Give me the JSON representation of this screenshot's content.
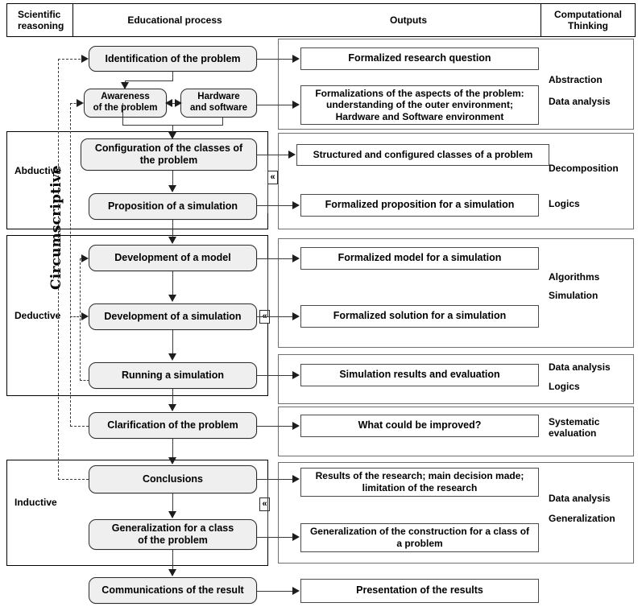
{
  "header": {
    "columns": [
      {
        "id": "scientific-reasoning",
        "label": "Scientific\nreasoning"
      },
      {
        "id": "educational-process",
        "label": "Educational process"
      },
      {
        "id": "outputs",
        "label": "Outputs"
      },
      {
        "id": "computational-thinking",
        "label": "Computational\nThinking"
      }
    ]
  },
  "reasoning": {
    "bracket_label": "Circumscriptive",
    "groups": [
      {
        "id": "abductive",
        "label": "Abductive"
      },
      {
        "id": "deductive",
        "label": "Deductive"
      },
      {
        "id": "inductive",
        "label": "Inductive"
      }
    ]
  },
  "process": {
    "steps": [
      {
        "id": "identification-of-the-problem",
        "label": "Identification of the problem"
      },
      {
        "id": "awareness-of-the-problem",
        "label": "Awareness\nof the problem"
      },
      {
        "id": "hardware-and-software",
        "label": "Hardware\nand software"
      },
      {
        "id": "configuration-of-the-classes",
        "label": "Configuration of the classes of the problem"
      },
      {
        "id": "proposition-of-a-simulation",
        "label": "Proposition of a simulation"
      },
      {
        "id": "development-of-a-model",
        "label": "Development of a model"
      },
      {
        "id": "development-of-a-simulation",
        "label": "Development of a simulation"
      },
      {
        "id": "running-a-simulation",
        "label": "Running a simulation"
      },
      {
        "id": "clarification-of-the-problem",
        "label": "Clarification of the problem"
      },
      {
        "id": "conclusions",
        "label": "Conclusions"
      },
      {
        "id": "generalization-for-a-class",
        "label": "Generalization for a class\nof the problem"
      },
      {
        "id": "communications-of-the-result",
        "label": "Communications of the result"
      }
    ]
  },
  "outputs": {
    "items": [
      {
        "id": "formalized-research-question",
        "label": "Formalized research question"
      },
      {
        "id": "formalizations-of-the-aspects",
        "label": "Formalizations of the aspects of the problem: understanding of the outer environment; Hardware and Software environment"
      },
      {
        "id": "structured-and-configured-classes",
        "label": "Structured and configured classes of a problem"
      },
      {
        "id": "formalized-proposition",
        "label": "Formalized proposition for a simulation"
      },
      {
        "id": "formalized-model",
        "label": "Formalized model for a simulation"
      },
      {
        "id": "formalized-solution",
        "label": "Formalized solution for a simulation"
      },
      {
        "id": "simulation-results",
        "label": "Simulation results and evaluation"
      },
      {
        "id": "what-could-be-improved",
        "label": "What could be improved?"
      },
      {
        "id": "results-of-the-research",
        "label": "Results of the research; main decision made; limitation of the research"
      },
      {
        "id": "generalization-of-the-construction",
        "label": "Generalization of  the  construction for a class of a problem"
      },
      {
        "id": "presentation-of-the-results",
        "label": "Presentation of the results"
      }
    ]
  },
  "computational_thinking": {
    "items": [
      {
        "id": "abstraction",
        "label": "Abstraction"
      },
      {
        "id": "data-analysis-1",
        "label": "Data analysis"
      },
      {
        "id": "decomposition",
        "label": "Decomposition"
      },
      {
        "id": "logics-1",
        "label": "Logics"
      },
      {
        "id": "algorithms",
        "label": "Algorithms"
      },
      {
        "id": "simulation",
        "label": "Simulation"
      },
      {
        "id": "data-analysis-2",
        "label": "Data analysis"
      },
      {
        "id": "logics-2",
        "label": "Logics"
      },
      {
        "id": "systematic-evaluation",
        "label": "Systematic\nevaluation"
      },
      {
        "id": "data-analysis-3",
        "label": "Data analysis"
      },
      {
        "id": "generalization",
        "label": "Generalization"
      }
    ]
  },
  "connectors": {
    "chip_glyph": "«",
    "chips": [
      "chip-abductive",
      "chip-deductive",
      "chip-inductive"
    ]
  },
  "colors": {
    "process_fill": "#efefef",
    "process_border": "#2b2b2b",
    "output_border": "#4a4a4a",
    "frame": "#000000",
    "group_frame": "#6f6f6f",
    "line": "#3a3a3a",
    "background": "#ffffff"
  }
}
